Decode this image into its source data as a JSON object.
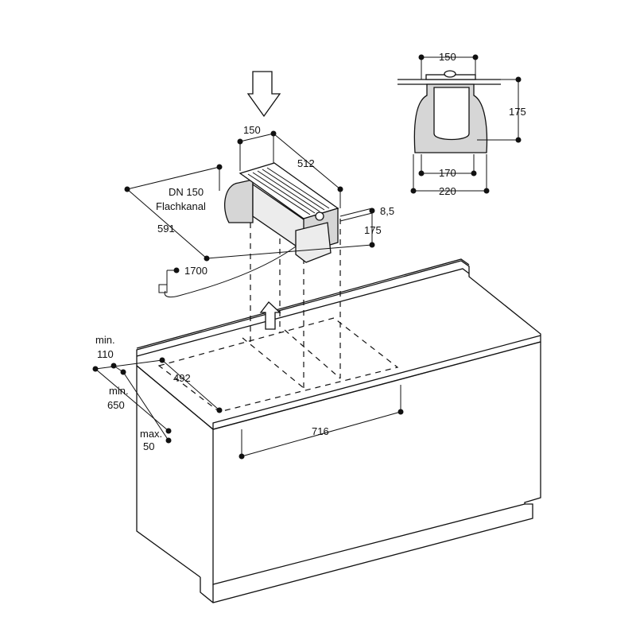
{
  "labels": {
    "fan_width": "150",
    "fan_length": "512",
    "duct": "DN 150",
    "duct_type": "Flachkanal",
    "dim_591": "591",
    "dim_8_5": "8,5",
    "dim_175_side": "175",
    "cable": "1700",
    "detail_top": "150",
    "detail_height": "175",
    "detail_inner": "170",
    "detail_outer": "220",
    "min_label_1": "min.",
    "min_value_1": "110",
    "min_label_2": "min.",
    "min_value_2": "650",
    "cutout": "492",
    "max_label": "max.",
    "max_value": "50",
    "cutout_width": "716"
  },
  "colors": {
    "line": "#111111",
    "shade": "#d6d6d6",
    "light_shade": "#ececec",
    "background": "#ffffff"
  },
  "icons": [
    "down-arrow-icon",
    "flow-arrow-icon"
  ]
}
